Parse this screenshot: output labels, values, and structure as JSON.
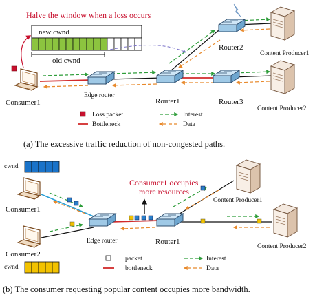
{
  "panel_a": {
    "headline": "Halve the window when a loss occurs",
    "cwnd_new_label": "new cwnd",
    "cwnd_old_label": "old cwnd",
    "nodes": {
      "consumer": "Consumer1",
      "edge_router": "Edge router",
      "router1": "Router1",
      "router2": "Router2",
      "router3": "Router3",
      "producer1": "Content Producer1",
      "producer2": "Content Producer2"
    },
    "legend": {
      "loss_packet": "Loss packet",
      "bottleneck": "Bottleneck",
      "interest": "Interest",
      "data": "Data"
    },
    "caption": "(a) The excessive traffic reduction of non-congested paths."
  },
  "panel_b": {
    "cwnd_label_top": "cwnd",
    "cwnd_label_bottom": "cwnd",
    "annotation_line1": "Consumer1 occupies",
    "annotation_line2": "more resources",
    "nodes": {
      "consumer1": "Consumer1",
      "consumer2": "Consumer2",
      "edge_router": "Edge router",
      "router1": "Router1",
      "producer1": "Content Producer1",
      "producer2": "Content Producer2"
    },
    "legend": {
      "packet": "packet",
      "bottleneck": "bottleneck",
      "interest": "Interest",
      "data": "Data"
    },
    "caption": "(b) The consumer requesting popular content occupies more bandwidth."
  },
  "colors": {
    "bottleneck": "#d22b2b",
    "interest": "#2e9d3a",
    "data": "#e8892b",
    "consumer1_link": "#2a9fd6",
    "router_fill": "#9fc9e6",
    "cwnd_green": "#8cc43f",
    "cwnd_blue": "#1a73c9",
    "cwnd_yellow": "#f2c200",
    "highlight_text": "#c8102e"
  }
}
